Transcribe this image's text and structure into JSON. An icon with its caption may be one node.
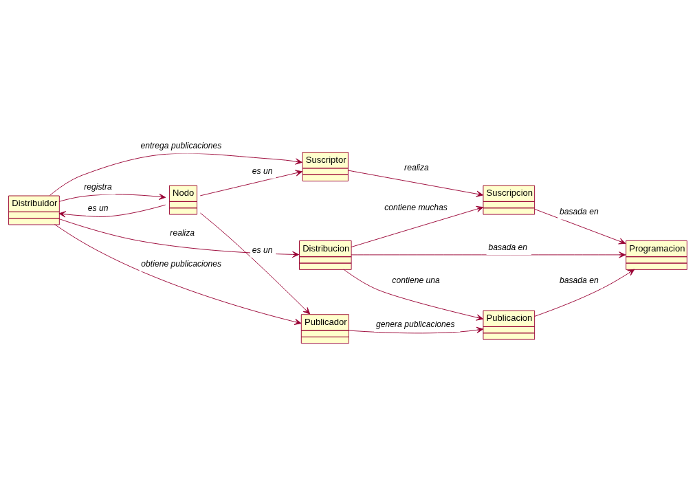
{
  "diagram": {
    "nodes": [
      {
        "text": [
          "Suscripcion"
        ]
      },
      {
        "text": [
          "Suscriptor"
        ]
      },
      {
        "text": [
          "Programacion"
        ]
      },
      {
        "text": [
          "Distribucion"
        ]
      },
      {
        "text": [
          "Distribuidor"
        ]
      },
      {
        "text": [
          "Nodo"
        ]
      },
      {
        "text": [
          "Publicador"
        ]
      },
      {
        "text": [
          "Publicacion"
        ]
      }
    ],
    "edges": [
      {
        "from": 0,
        "to": 2,
        "arrow": "to",
        "label": "basada en"
      },
      {
        "from": 1,
        "to": 0,
        "arrow": "to",
        "label": "realiza"
      },
      {
        "from": 3,
        "to": 0,
        "arrow": "to",
        "label": "contiene muchas"
      },
      {
        "from": 4,
        "to": 1,
        "arrow": "to",
        "label": "entrega publicaciones"
      },
      {
        "from": 5,
        "to": 1,
        "arrow": "to",
        "label": "es un"
      },
      {
        "from": 3,
        "to": 2,
        "arrow": "to",
        "label": "basada en"
      },
      {
        "from": 4,
        "to": 3,
        "arrow": "to",
        "label": "realiza"
      },
      {
        "from": 4,
        "to": 5,
        "arrow": "to",
        "label": "registra"
      },
      {
        "from": 5,
        "to": 4,
        "arrow": "to",
        "label": "es un"
      },
      {
        "from": 5,
        "to": 6,
        "arrow": "to",
        "label": "es un"
      },
      {
        "from": 3,
        "to": 7,
        "arrow": "to",
        "label": "contiene una"
      },
      {
        "from": 4,
        "to": 6,
        "arrow": "to",
        "label": "obtiene publicaciones"
      },
      {
        "from": 7,
        "to": 2,
        "arrow": "to",
        "label": "basada en"
      },
      {
        "from": 6,
        "to": 7,
        "arrow": "to",
        "label": "genera publicaciones"
      }
    ]
  }
}
